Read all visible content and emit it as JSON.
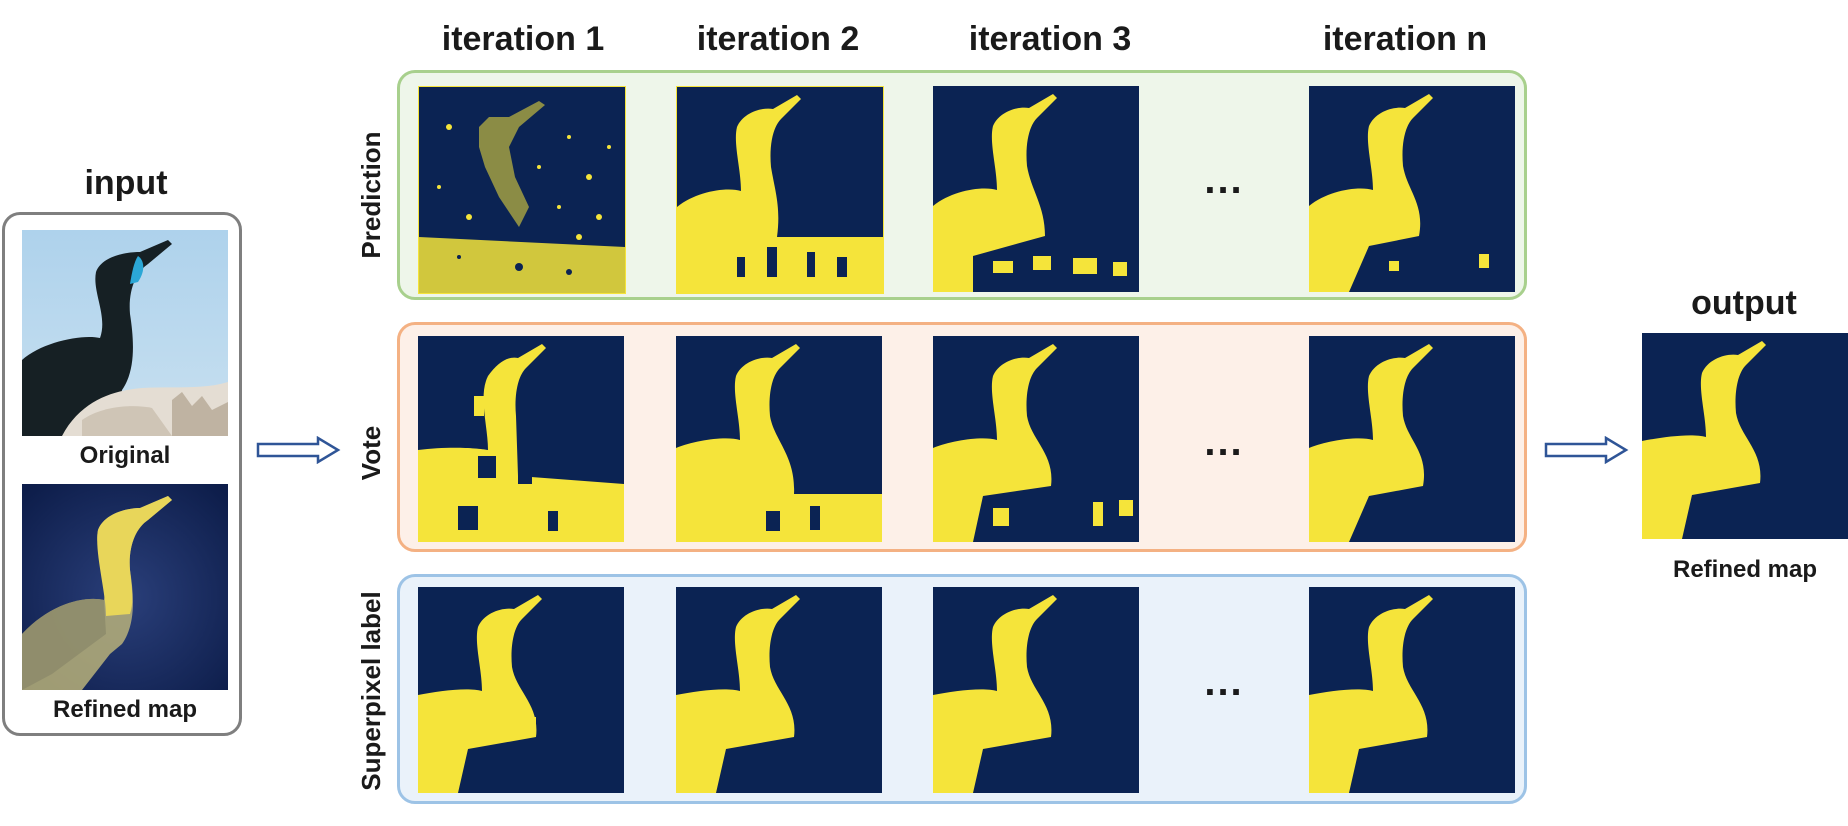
{
  "input": {
    "title": "input",
    "original_caption": "Original",
    "refined_caption": "Refined map"
  },
  "output": {
    "title": "output",
    "caption": "Refined map"
  },
  "iterations": [
    "iteration 1",
    "iteration 2",
    "iteration 3",
    "iteration n"
  ],
  "rows": [
    "Prediction",
    "Vote",
    "Superpixel label"
  ],
  "ellipsis": "...",
  "colors": {
    "map_background": "#0b2353",
    "map_foreground": "#f5e43a",
    "prediction_border": "#a8d08d",
    "prediction_fill": "#eef6ea",
    "vote_border": "#f4b183",
    "vote_fill": "#fdf0e8",
    "superpixel_border": "#9dc3e6",
    "superpixel_fill": "#eaf2fa",
    "input_border": "#7f7f7f",
    "arrow": "#2f5597"
  }
}
